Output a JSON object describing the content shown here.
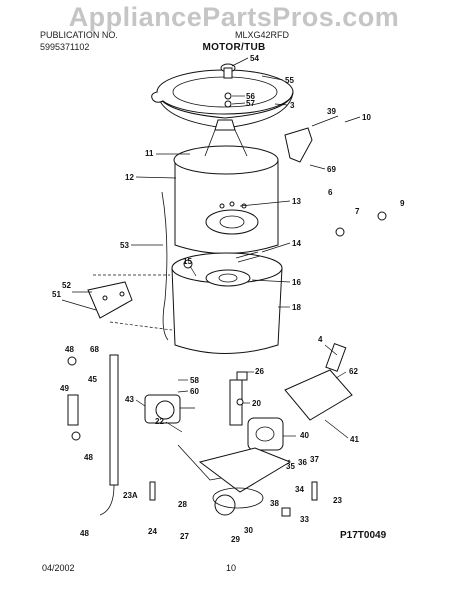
{
  "watermark": "AppliancePartsPros.com",
  "header": {
    "publication_label": "PUBLICATION NO.",
    "publication_no": "5995371102",
    "model": "MLXG42RFD",
    "section_title": "MOTOR/TUB"
  },
  "footer": {
    "date": "04/2002",
    "page": "10",
    "diagram_ref": "P17T0049"
  },
  "callouts": [
    "54",
    "55",
    "56",
    "57",
    "3",
    "39",
    "10",
    "11",
    "12",
    "69",
    "6",
    "7",
    "9",
    "13",
    "53",
    "14",
    "15",
    "16",
    "52",
    "51",
    "18",
    "4",
    "48",
    "68",
    "62",
    "49",
    "45",
    "58",
    "26",
    "60",
    "43",
    "20",
    "40",
    "41",
    "22",
    "35",
    "36",
    "37",
    "34",
    "23A",
    "28",
    "38",
    "33",
    "23",
    "24",
    "30",
    "27",
    "29",
    "48",
    "48"
  ]
}
